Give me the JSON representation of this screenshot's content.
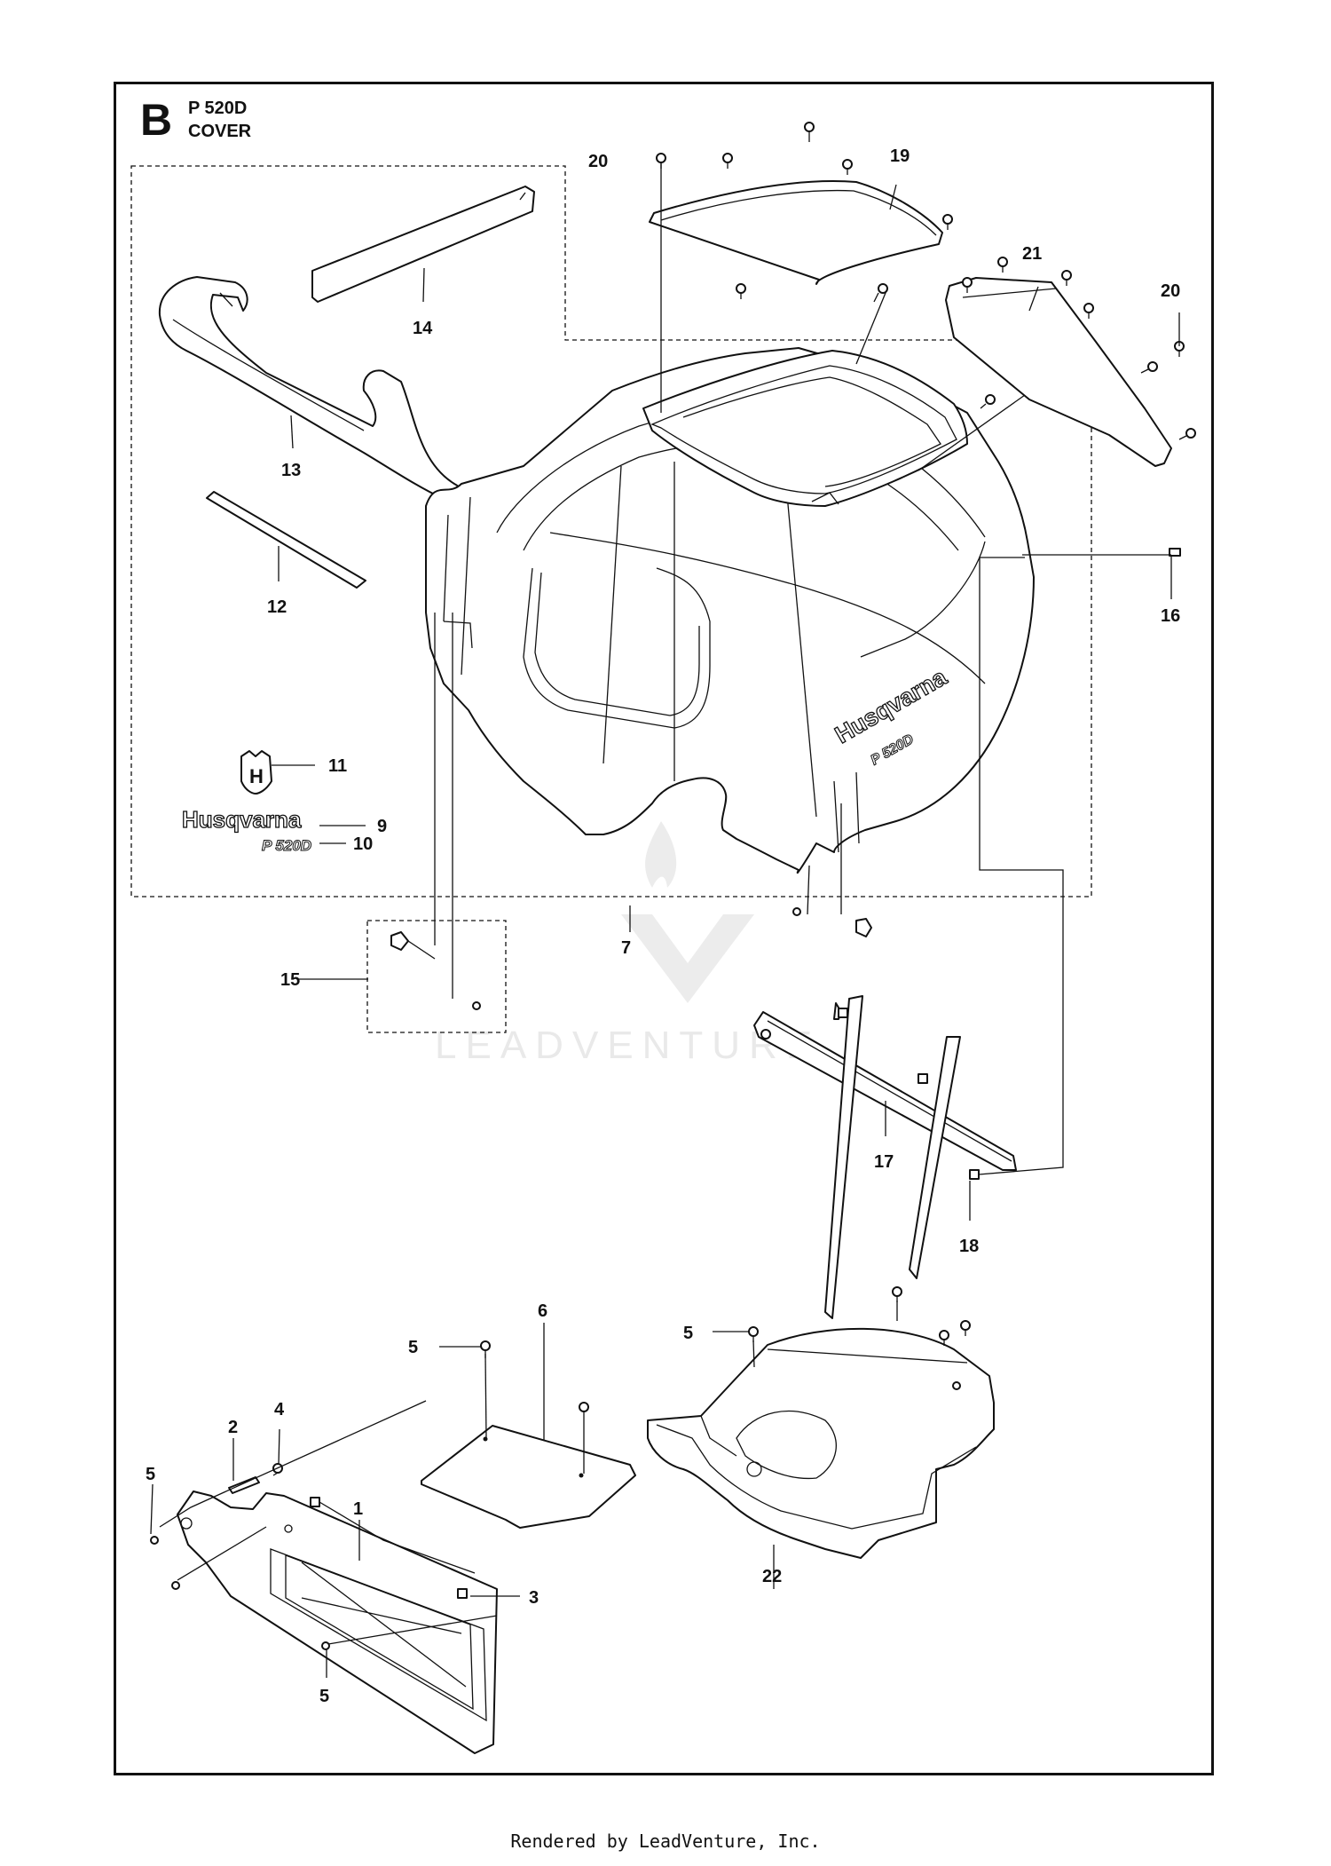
{
  "header": {
    "section_letter": "B",
    "model": "P 520D",
    "section": "COVER"
  },
  "callouts": {
    "c1": "1",
    "c2": "2",
    "c3": "3",
    "c4": "4",
    "c5": "5",
    "c6": "6",
    "c7": "7",
    "c9": "9",
    "c10": "10",
    "c11": "11",
    "c12": "12",
    "c13": "13",
    "c14": "14",
    "c15": "15",
    "c16": "16",
    "c17": "17",
    "c18": "18",
    "c19": "19",
    "c20": "20",
    "c21": "21",
    "c22": "22"
  },
  "decal_text": {
    "brand": "Husqvarna",
    "model_badge": "P 520D"
  },
  "watermark": "LEADVENTURE",
  "footer": "Rendered by LeadVenture, Inc."
}
